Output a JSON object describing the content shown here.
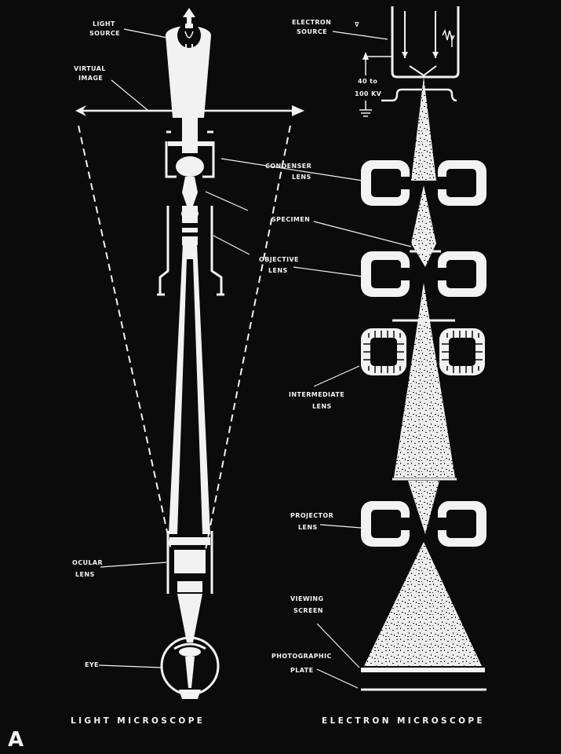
{
  "colors": {
    "background": "#0b0b0b",
    "foreground": "#f2f2f2"
  },
  "panel_letter": "A",
  "light": {
    "title": "LIGHT MICROSCOPE",
    "labels": {
      "light_source": [
        "LIGHT",
        "SOURCE"
      ],
      "virtual_image": [
        "VIRTUAL",
        "IMAGE"
      ],
      "ocular_lens": [
        "OCULAR",
        "LENS"
      ],
      "eye": [
        "EYE"
      ]
    }
  },
  "shared": {
    "labels": {
      "condenser_lens": [
        "CONDENSER",
        "LENS"
      ],
      "specimen": [
        "SPECIMEN"
      ],
      "objective_lens": [
        "OBJECTIVE",
        "LENS"
      ]
    }
  },
  "electron": {
    "title": "ELECTRON MICROSCOPE",
    "labels": {
      "electron_source": [
        "ELECTRON",
        "SOURCE"
      ],
      "voltage": [
        "40 to",
        "100 KV"
      ],
      "intermediate_lens": [
        "INTERMEDIATE",
        "LENS"
      ],
      "projector_lens": [
        "PROJECTOR",
        "LENS"
      ],
      "viewing_screen": [
        "VIEWING",
        "SCREEN"
      ],
      "photographic_plate": [
        "PHOTOGRAPHIC",
        "PLATE"
      ]
    },
    "source_symbol": "∇"
  }
}
